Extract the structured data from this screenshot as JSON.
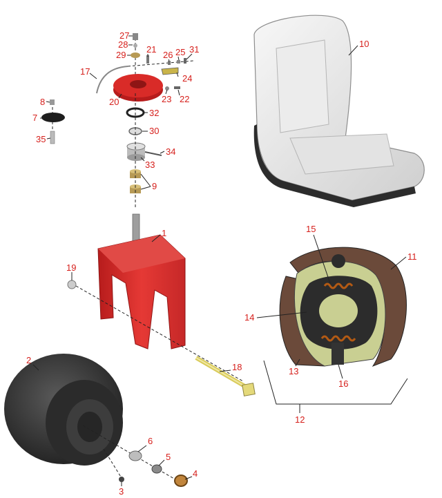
{
  "diagram": {
    "kind": "exploded parts diagram",
    "callout_color": "#d6201c",
    "callouts": [
      "27",
      "28",
      "29",
      "21",
      "26",
      "25",
      "31",
      "17",
      "24",
      "23",
      "22",
      "20",
      "32",
      "30",
      "34",
      "33",
      "9",
      "1",
      "19",
      "8",
      "7",
      "35",
      "10",
      "15",
      "11",
      "14",
      "13",
      "16",
      "12",
      "18",
      "2",
      "6",
      "5",
      "4",
      "3"
    ]
  },
  "parts": {
    "caster_fork_color": "#d92b28",
    "seat_color": "#e9e9e9",
    "tire_color": "#2a2a2a",
    "brake_lining_color": "#c9cf92",
    "bushing_color": "#b79a55",
    "axle_color": "#e4d97a"
  }
}
